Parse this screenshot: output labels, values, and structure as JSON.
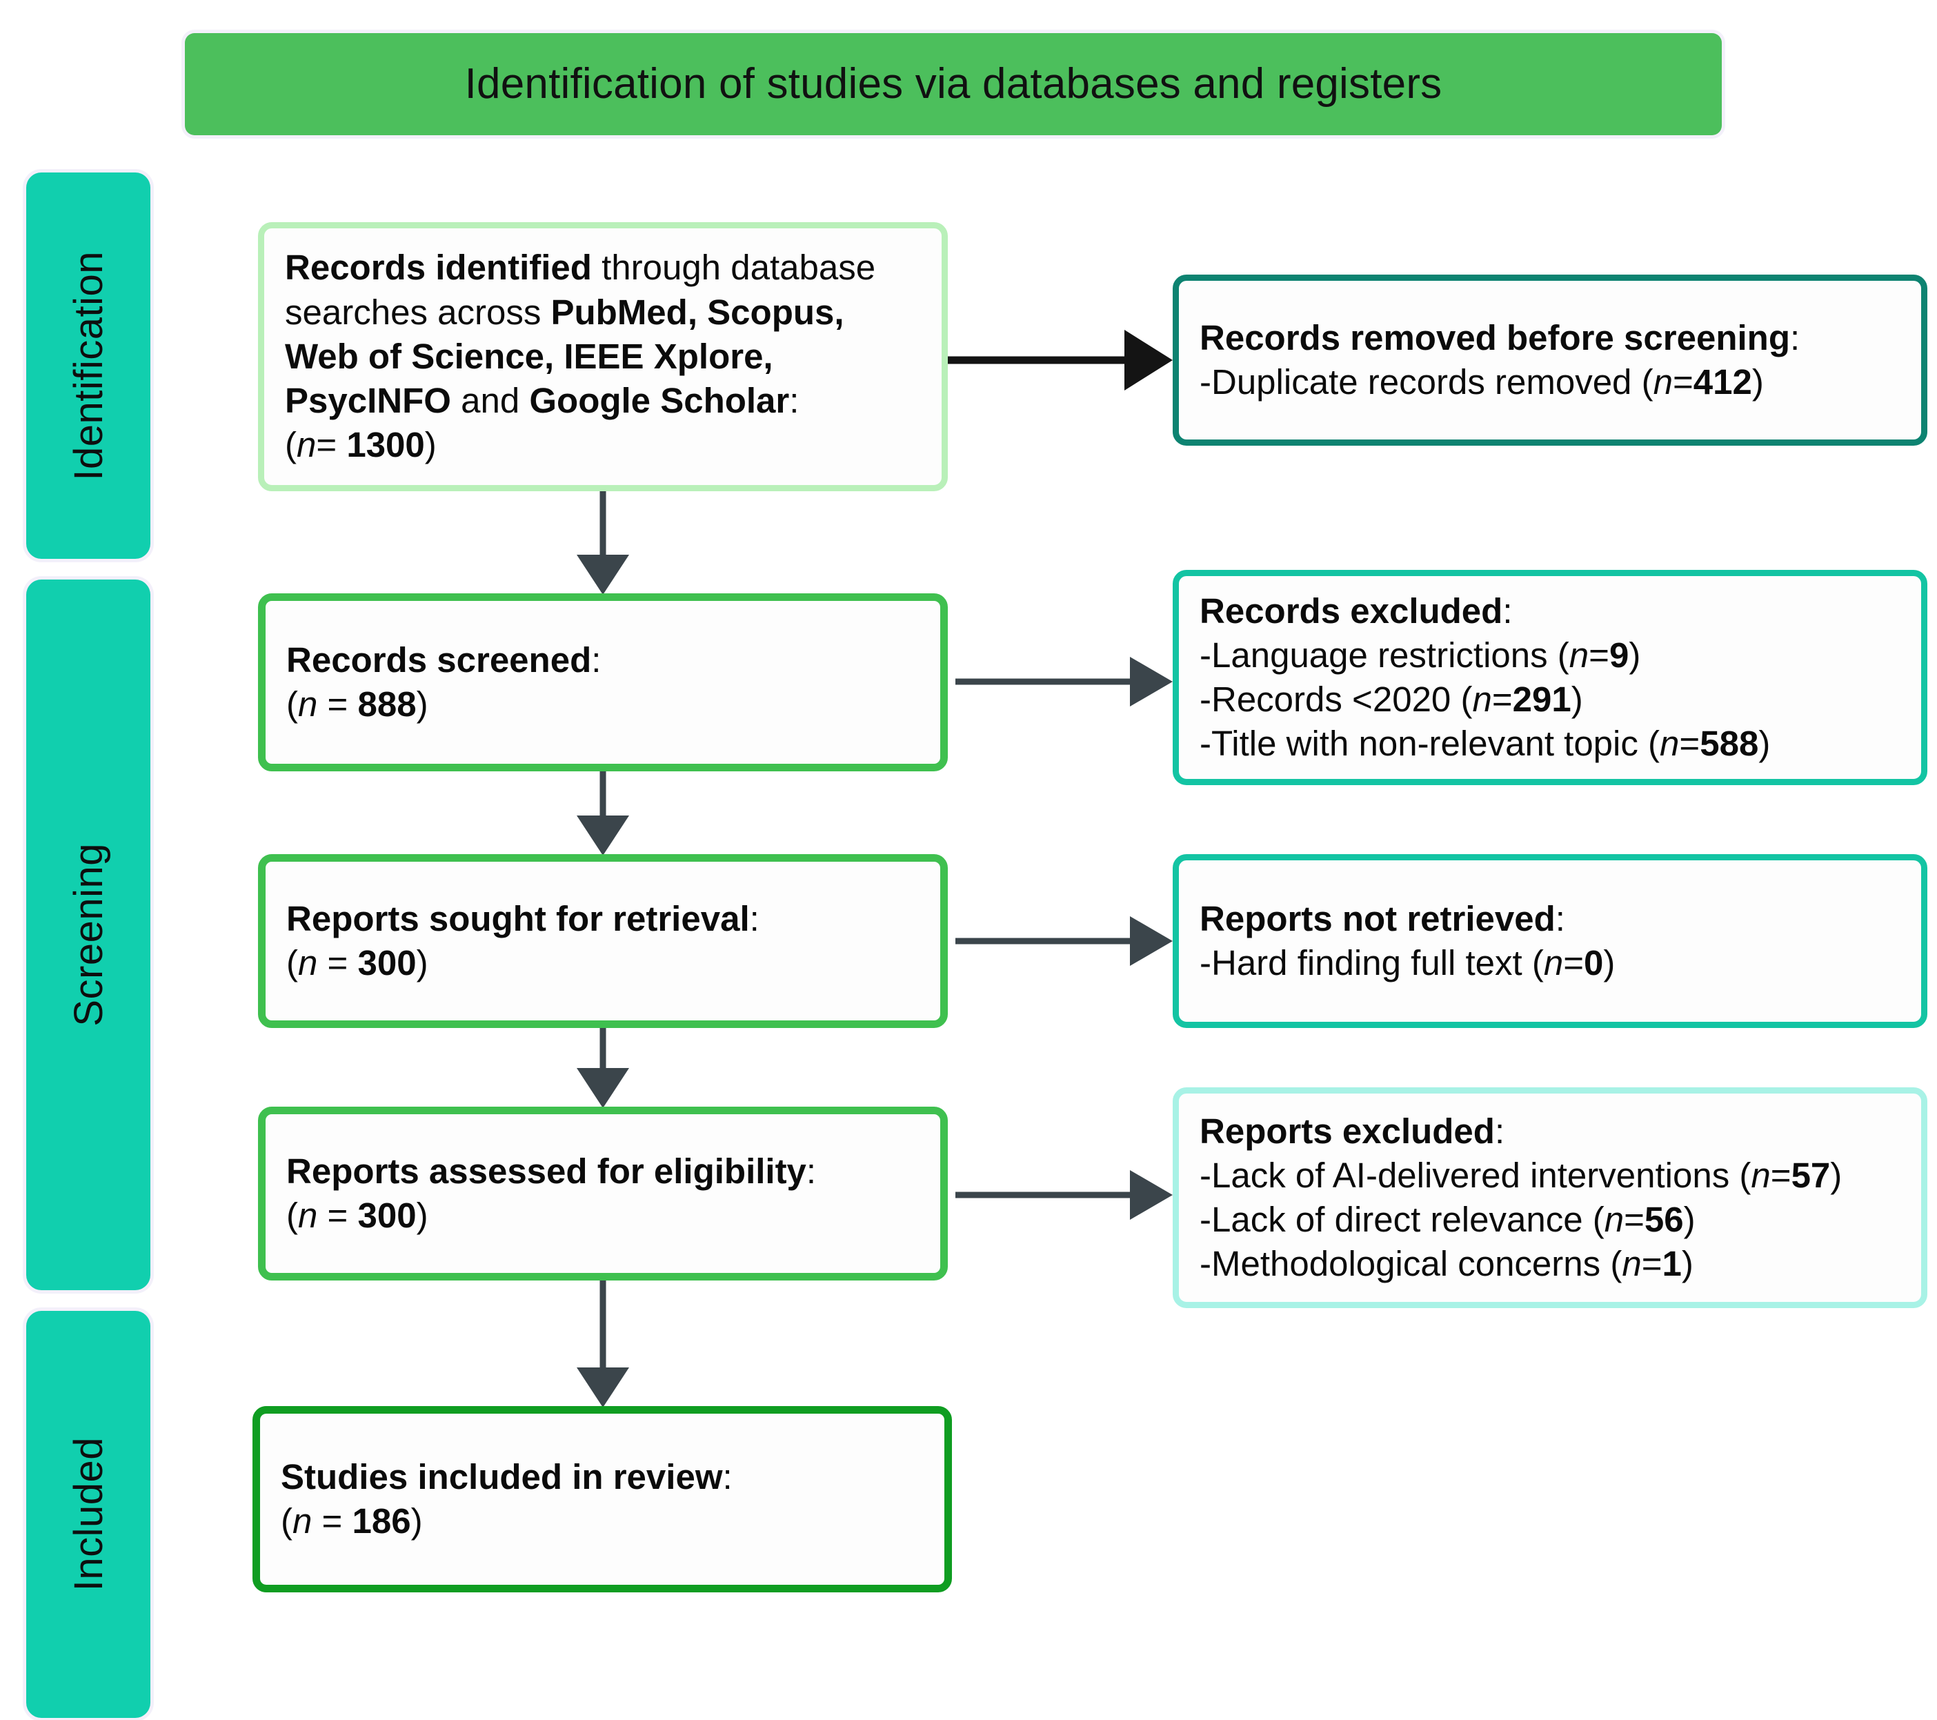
{
  "header": {
    "title": "Identification of studies via databases and registers",
    "background_color": "#4cbf5c"
  },
  "stages": [
    {
      "id": "identification",
      "label": "Identification",
      "color": "#11cfae"
    },
    {
      "id": "screening",
      "label": "Screening",
      "color": "#11cfae"
    },
    {
      "id": "included",
      "label": "Included",
      "color": "#11cfae"
    }
  ],
  "boxes": {
    "identified": {
      "name": "records-identified",
      "border_color": "#b9f0b9",
      "lines": [
        [
          {
            "t": "Records identified",
            "b": true
          },
          {
            "t": " through database",
            "b": false
          }
        ],
        [
          {
            "t": "searches across ",
            "b": false
          },
          {
            "t": "PubMed, Scopus,",
            "b": true
          }
        ],
        [
          {
            "t": "Web of Science, IEEE Xplore,",
            "b": true
          }
        ],
        [
          {
            "t": "PsycINFO",
            "b": true
          },
          {
            "t": " and ",
            "b": false
          },
          {
            "t": "Google Scholar",
            "b": true
          },
          {
            "t": ":",
            "b": false
          }
        ],
        [
          {
            "t": "(",
            "b": false
          },
          {
            "t": "n",
            "i": true
          },
          {
            "t": "= ",
            "b": false
          },
          {
            "t": "1300",
            "b": true
          },
          {
            "t": ")",
            "b": false
          }
        ]
      ]
    },
    "removed": {
      "name": "records-removed-before-screening",
      "border_color": "#0d8371",
      "lines": [
        [
          {
            "t": "Records removed before screening",
            "b": true
          },
          {
            "t": ":",
            "b": false
          }
        ],
        [
          {
            "t": "-Duplicate records removed (",
            "b": false
          },
          {
            "t": "n",
            "i": true
          },
          {
            "t": "=",
            "b": false
          },
          {
            "t": "412",
            "b": true
          },
          {
            "t": ")",
            "b": false
          }
        ]
      ]
    },
    "screened": {
      "name": "records-screened",
      "border_color": "#3fc04f",
      "lines": [
        [
          {
            "t": "Records screened",
            "b": true
          },
          {
            "t": ":",
            "b": false
          }
        ],
        [
          {
            "t": "(",
            "b": false
          },
          {
            "t": "n",
            "i": true
          },
          {
            "t": " = ",
            "b": false
          },
          {
            "t": "888",
            "b": true
          },
          {
            "t": ")",
            "b": false
          }
        ]
      ]
    },
    "records_excluded": {
      "name": "records-excluded",
      "border_color": "#13c4a3",
      "lines": [
        [
          {
            "t": "Records excluded",
            "b": true
          },
          {
            "t": ":",
            "b": false
          }
        ],
        [
          {
            "t": "-Language restrictions (",
            "b": false
          },
          {
            "t": "n",
            "i": true
          },
          {
            "t": "=",
            "b": false
          },
          {
            "t": "9",
            "b": true
          },
          {
            "t": ")",
            "b": false
          }
        ],
        [
          {
            "t": "-Records <2020 (",
            "b": false
          },
          {
            "t": "n",
            "i": true
          },
          {
            "t": "=",
            "b": false
          },
          {
            "t": "291",
            "b": true
          },
          {
            "t": ")",
            "b": false
          }
        ],
        [
          {
            "t": "-Title with non-relevant topic (",
            "b": false
          },
          {
            "t": "n",
            "i": true
          },
          {
            "t": "=",
            "b": false
          },
          {
            "t": "588",
            "b": true
          },
          {
            "t": ")",
            "b": false
          }
        ]
      ]
    },
    "sought": {
      "name": "reports-sought-for-retrieval",
      "border_color": "#3fc04f",
      "lines": [
        [
          {
            "t": "Reports sought for retrieval",
            "b": true
          },
          {
            "t": ":",
            "b": false
          }
        ],
        [
          {
            "t": "(",
            "b": false
          },
          {
            "t": "n",
            "i": true
          },
          {
            "t": " = ",
            "b": false
          },
          {
            "t": "300",
            "b": true
          },
          {
            "t": ")",
            "b": false
          }
        ]
      ]
    },
    "not_retrieved": {
      "name": "reports-not-retrieved",
      "border_color": "#13c4a3",
      "lines": [
        [
          {
            "t": "Reports not retrieved",
            "b": true
          },
          {
            "t": ":",
            "b": false
          }
        ],
        [
          {
            "t": "-Hard finding full text (",
            "b": false
          },
          {
            "t": "n",
            "i": true
          },
          {
            "t": "=",
            "b": false
          },
          {
            "t": "0",
            "b": true
          },
          {
            "t": ")",
            "b": false
          }
        ]
      ]
    },
    "assessed": {
      "name": "reports-assessed-for-eligibility",
      "border_color": "#3fc04f",
      "lines": [
        [
          {
            "t": "Reports assessed for eligibility",
            "b": true
          },
          {
            "t": ":",
            "b": false
          }
        ],
        [
          {
            "t": "(",
            "b": false
          },
          {
            "t": "n",
            "i": true
          },
          {
            "t": " = ",
            "b": false
          },
          {
            "t": "300",
            "b": true
          },
          {
            "t": ")",
            "b": false
          }
        ]
      ]
    },
    "reports_excluded": {
      "name": "reports-excluded",
      "border_color": "#a8f2e6",
      "lines": [
        [
          {
            "t": "Reports excluded",
            "b": true
          },
          {
            "t": ":",
            "b": false
          }
        ],
        [
          {
            "t": "-Lack of AI-delivered interventions (",
            "b": false
          },
          {
            "t": "n",
            "i": true
          },
          {
            "t": "=",
            "b": false
          },
          {
            "t": "57",
            "b": true
          },
          {
            "t": ")",
            "b": false
          }
        ],
        [
          {
            "t": "-Lack of direct relevance (",
            "b": false
          },
          {
            "t": "n",
            "i": true
          },
          {
            "t": "=",
            "b": false
          },
          {
            "t": "56",
            "b": true
          },
          {
            "t": ")",
            "b": false
          }
        ],
        [
          {
            "t": "-Methodological concerns (",
            "b": false
          },
          {
            "t": "n",
            "i": true
          },
          {
            "t": "=",
            "b": false
          },
          {
            "t": "1",
            "b": true
          },
          {
            "t": ")",
            "b": false
          }
        ]
      ]
    },
    "included": {
      "name": "studies-included-in-review",
      "border_color": "#0f9d21",
      "lines": [
        [
          {
            "t": "Studies included in review",
            "b": true
          },
          {
            "t": ":",
            "b": false
          }
        ],
        [
          {
            "t": "(",
            "b": false
          },
          {
            "t": "n",
            "i": true
          },
          {
            "t": " = ",
            "b": false
          },
          {
            "t": "186",
            "b": true
          },
          {
            "t": ")",
            "b": false
          }
        ]
      ]
    }
  },
  "chart_data": {
    "type": "diagram",
    "title": "Identification of studies via databases and registers",
    "flow": [
      {
        "stage": "Identification",
        "node": "Records identified through database searches across PubMed, Scopus, Web of Science, IEEE Xplore, PsycINFO and Google Scholar",
        "n": 1300
      },
      {
        "stage": "Identification",
        "node": "Records removed before screening - Duplicate records removed",
        "n": 412
      },
      {
        "stage": "Screening",
        "node": "Records screened",
        "n": 888
      },
      {
        "stage": "Screening",
        "node": "Records excluded - Language restrictions",
        "n": 9
      },
      {
        "stage": "Screening",
        "node": "Records excluded - Records <2020",
        "n": 291
      },
      {
        "stage": "Screening",
        "node": "Records excluded - Title with non-relevant topic",
        "n": 588
      },
      {
        "stage": "Screening",
        "node": "Reports sought for retrieval",
        "n": 300
      },
      {
        "stage": "Screening",
        "node": "Reports not retrieved - Hard finding full text",
        "n": 0
      },
      {
        "stage": "Screening",
        "node": "Reports assessed for eligibility",
        "n": 300
      },
      {
        "stage": "Screening",
        "node": "Reports excluded - Lack of AI-delivered interventions",
        "n": 57
      },
      {
        "stage": "Screening",
        "node": "Reports excluded - Lack of direct relevance",
        "n": 56
      },
      {
        "stage": "Screening",
        "node": "Reports excluded - Methodological concerns",
        "n": 1
      },
      {
        "stage": "Included",
        "node": "Studies included in review",
        "n": 186
      }
    ]
  }
}
